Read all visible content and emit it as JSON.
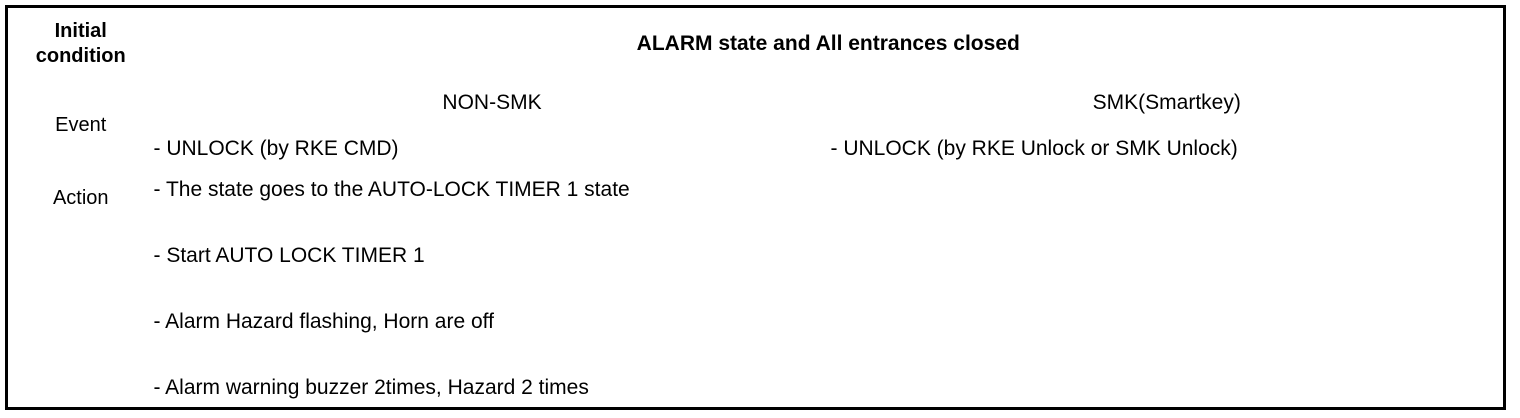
{
  "table": {
    "rows": {
      "initial_condition": {
        "label": "Initial\ncondition",
        "label_line1": "Initial",
        "label_line2": "condition",
        "value": "ALARM state and All entrances closed"
      },
      "event": {
        "label": "Event",
        "columns": [
          {
            "header": "NON-SMK",
            "value": "- UNLOCK (by RKE CMD)"
          },
          {
            "header": "SMK(Smartkey)",
            "value": "- UNLOCK (by RKE Unlock or SMK Unlock)"
          }
        ]
      },
      "action": {
        "label": "Action",
        "lines": [
          "- The state goes to the AUTO-LOCK TIMER 1 state",
          "- Start AUTO LOCK TIMER 1",
          "- Alarm Hazard flashing, Horn are off",
          "- Alarm warning buzzer 2times, Hazard 2 times"
        ]
      }
    }
  },
  "colors": {
    "border": "#000000",
    "text": "#000000",
    "background": "#ffffff"
  }
}
